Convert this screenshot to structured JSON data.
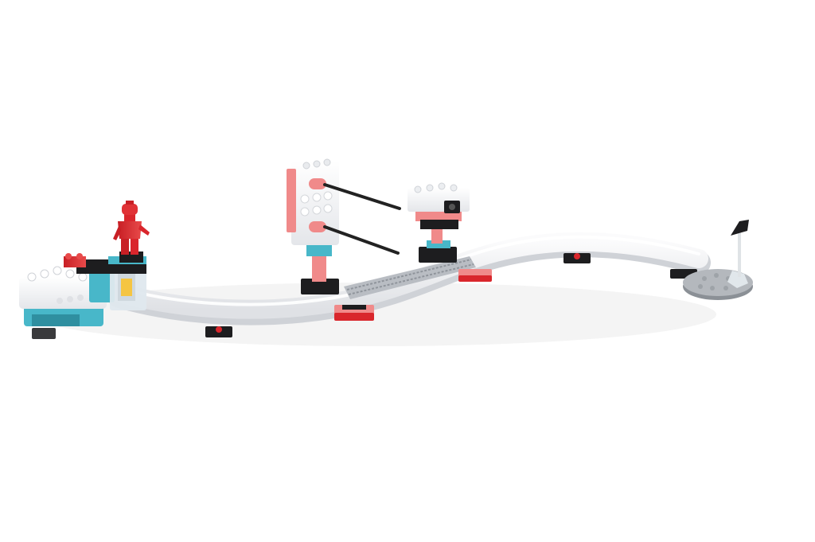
{
  "scene": {
    "background": "#ffffff",
    "colors": {
      "track": "#f2f3f5",
      "track_edge": "#d9dbe0",
      "brick_white": "#f7f7f8",
      "coral": "#f08a8a",
      "red": "#d9262c",
      "teal": "#48b7c9",
      "black": "#1d1d1f",
      "gray": "#9ea3a8",
      "axle": "#222222"
    },
    "objects": [
      {
        "name": "train-cart",
        "icon": "lego-cart-icon"
      },
      {
        "name": "minifigure",
        "icon": "minifigure-icon"
      },
      {
        "name": "curved-track",
        "icon": "track-icon"
      },
      {
        "name": "sensor-tower",
        "icon": "sensor-tower-icon"
      },
      {
        "name": "color-sensor-post",
        "icon": "color-sensor-icon"
      },
      {
        "name": "rail-section",
        "icon": "rail-icon"
      },
      {
        "name": "finish-flag",
        "icon": "flag-icon"
      },
      {
        "name": "turntable-base",
        "icon": "round-plate-icon"
      }
    ]
  }
}
